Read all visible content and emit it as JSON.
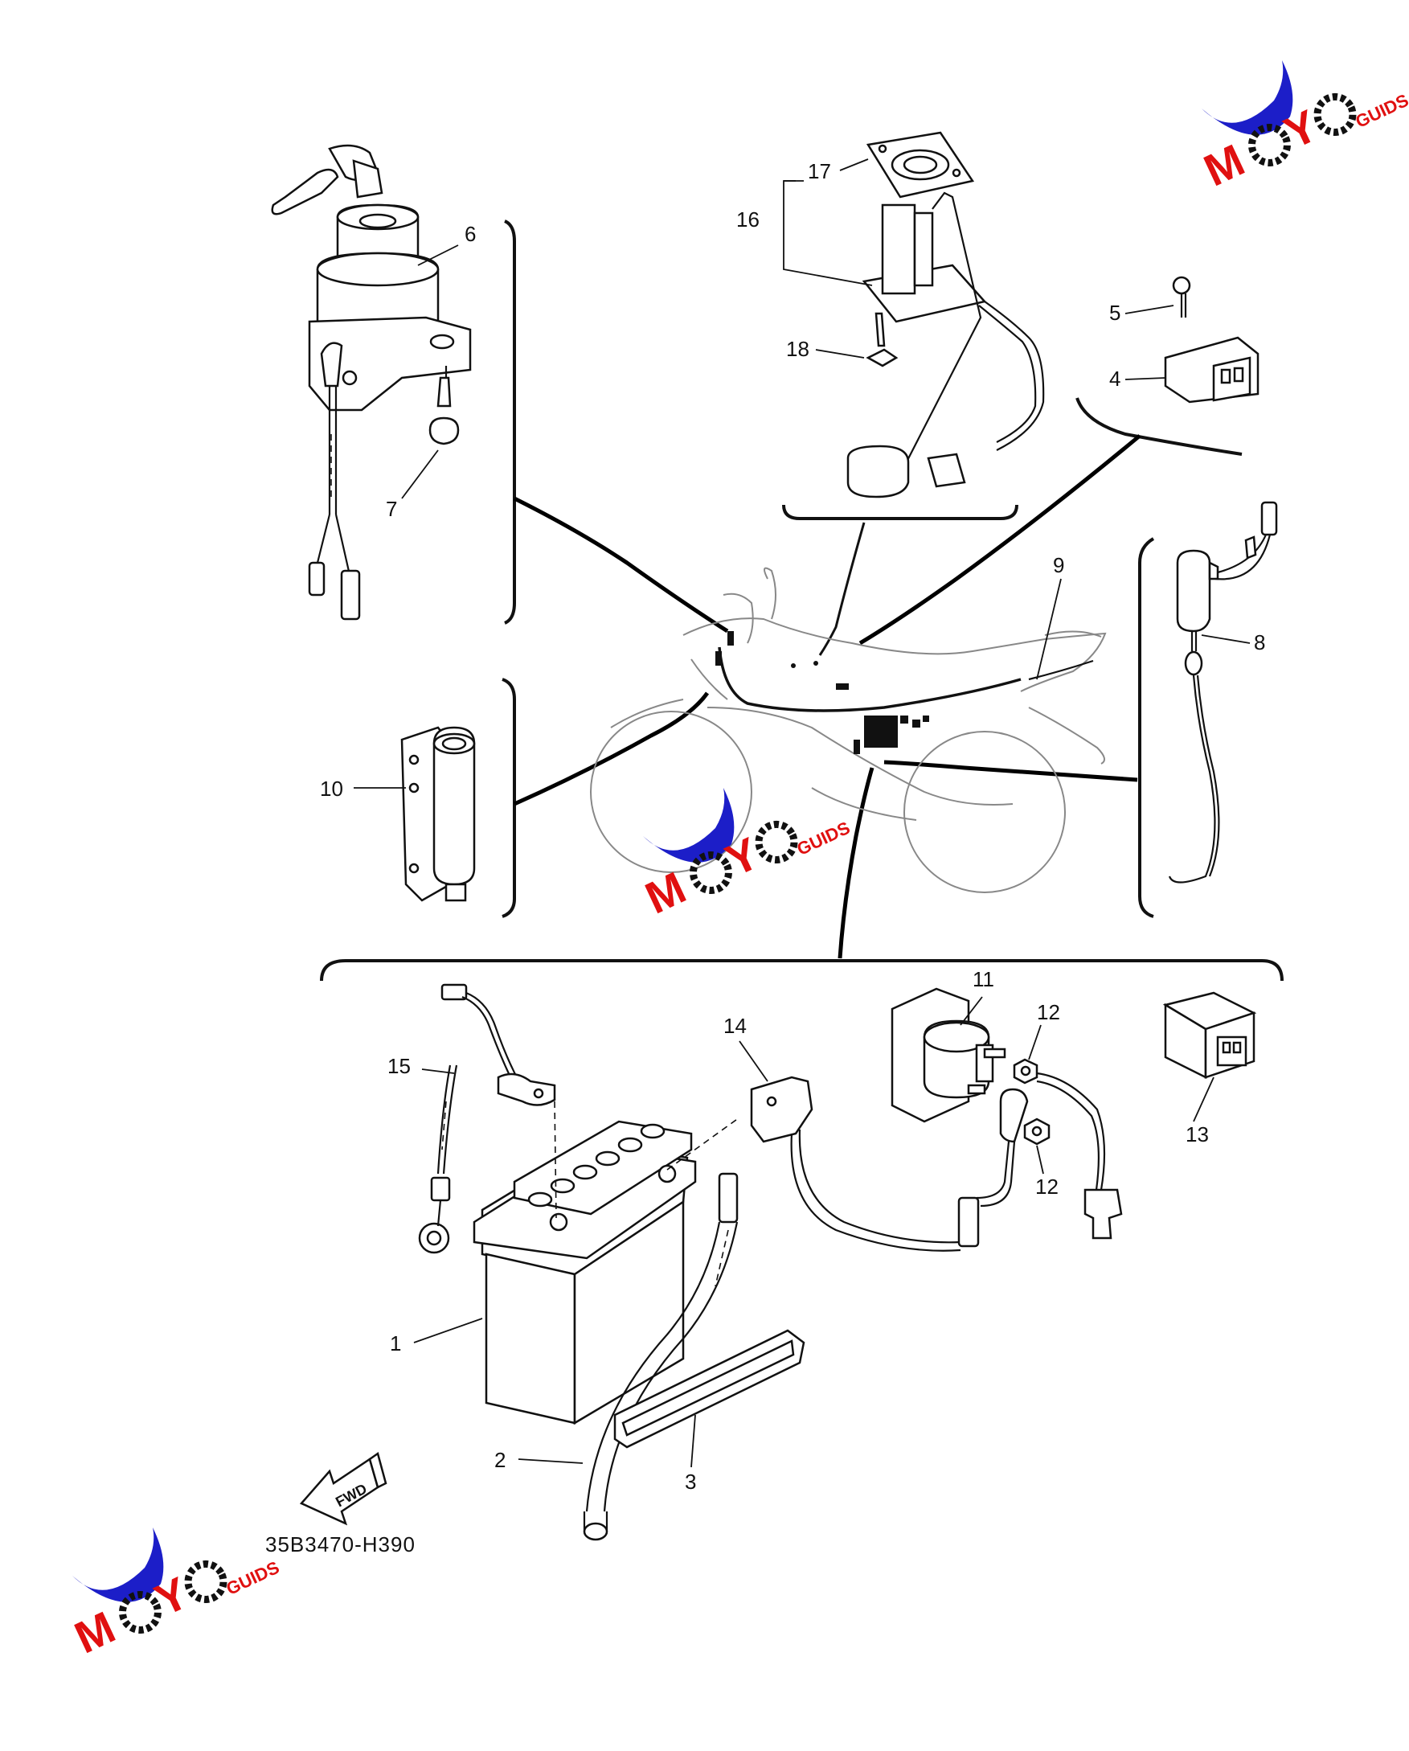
{
  "diagram": {
    "code": "35B3470-H390",
    "fwd_label": "FWD",
    "watermark_text": "GUIDS",
    "colors": {
      "line": "#111111",
      "logo_blue": "#1c1ec8",
      "logo_red": "#e01010",
      "logo_black": "#111111"
    },
    "part_labels": {
      "p1": "1",
      "p2": "2",
      "p3": "3",
      "p4": "4",
      "p5": "5",
      "p6": "6",
      "p7": "7",
      "p8": "8",
      "p9": "9",
      "p10": "10",
      "p11": "11",
      "p12a": "12",
      "p12b": "12",
      "p13": "13",
      "p14": "14",
      "p15": "15",
      "p16": "16",
      "p17": "17",
      "p18": "18"
    }
  }
}
